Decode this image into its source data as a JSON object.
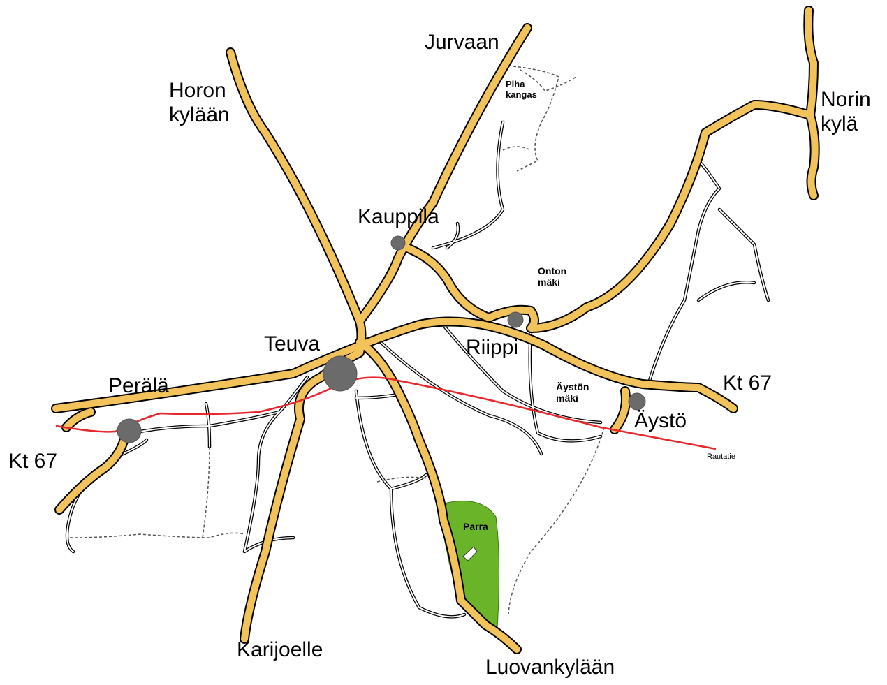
{
  "labels": {
    "jurvaan": "Jurvaan",
    "horon": "Horon kylään",
    "norin": "Norin kylä",
    "kauppila": "Kauppila",
    "onton": "Onton mäki",
    "piha": "Piha kangas",
    "teuva": "Teuva",
    "riippi": "Riippi",
    "perala": "Perälä",
    "kt67_west": "Kt 67",
    "kt67_east": "Kt 67",
    "aystonmaki": "Äystön mäki",
    "aysto": "Äystö",
    "rautatie": "Rautatie",
    "parra": "Parra",
    "karijoelle": "Karijoelle",
    "luovankylaan": "Luovankylään"
  },
  "colors": {
    "main_road": "#f2c35a",
    "road_outline": "#000000",
    "minor_road": "#ffffff",
    "railway": "#e8262b",
    "village": "#6b6b6b",
    "park": "#6ab42a"
  }
}
